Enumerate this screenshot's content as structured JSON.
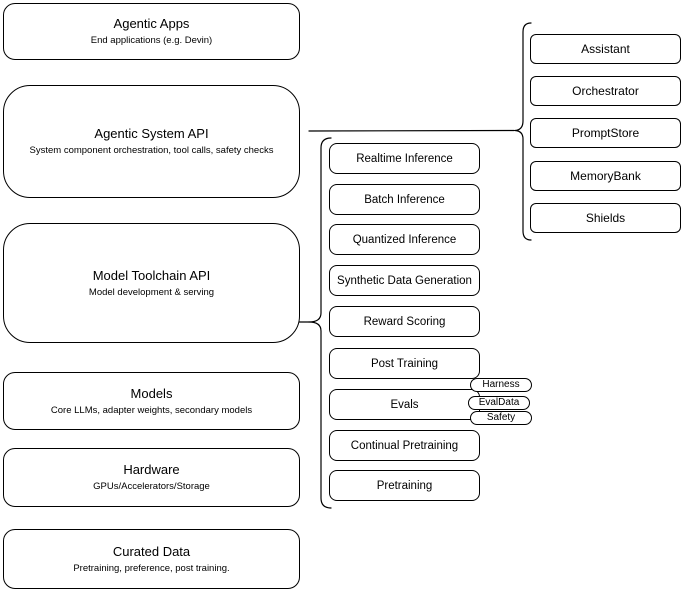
{
  "diagram": {
    "left_stack": [
      {
        "title": "Agentic Apps",
        "subtitle": "End applications (e.g. Devin)"
      },
      {
        "title": "Agentic System API",
        "subtitle": "System component orchestration, tool calls, safety checks"
      },
      {
        "title": "Model Toolchain API",
        "subtitle": "Model development & serving"
      },
      {
        "title": "Models",
        "subtitle": "Core LLMs, adapter weights, secondary models"
      },
      {
        "title": "Hardware",
        "subtitle": "GPUs/Accelerators/Storage"
      },
      {
        "title": "Curated Data",
        "subtitle": "Pretraining, preference, post training."
      }
    ],
    "toolchain_items": [
      "Realtime Inference",
      "Batch Inference",
      "Quantized Inference",
      "Synthetic Data Generation",
      "Reward Scoring",
      "Post Training",
      "Evals",
      "Continual Pretraining",
      "Pretraining"
    ],
    "eval_tags": [
      "Harness",
      "EvalData",
      "Safety"
    ],
    "system_components": [
      "Assistant",
      "Orchestrator",
      "PromptStore",
      "MemoryBank",
      "Shields"
    ],
    "colors": {
      "stroke": "#000000",
      "background": "#ffffff"
    }
  }
}
